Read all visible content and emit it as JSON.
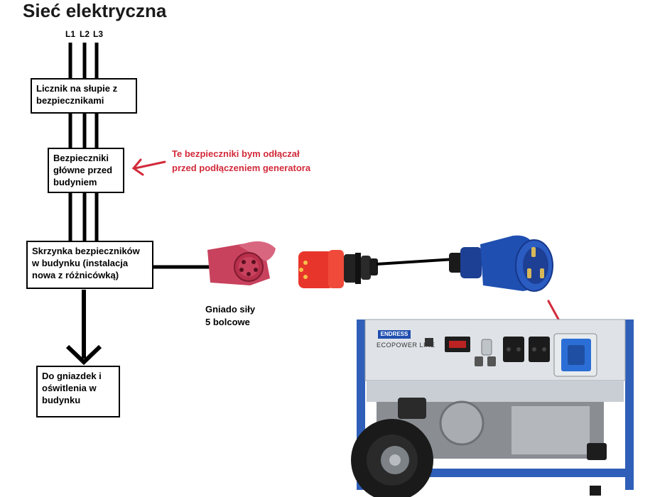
{
  "title": "Sieć elektryczna",
  "phases": [
    "L1",
    "L2",
    "L3"
  ],
  "boxes": {
    "meter": "Licznik na słupie z bezpiecznikami",
    "main_fuses": "Bezpieczniki główne przed budyniem",
    "fuse_box": "Skrzynka bezpieczników w budynku (instalacja nowa z różnicówką)",
    "outlets": "Do gniazdek i oświtlenia w budynku"
  },
  "annotation": {
    "line1": "Te bezpieczniki bym odłączał",
    "line2": "przed podłączeniem generatora"
  },
  "socket_caption": {
    "line1": "Gniado siły",
    "line2": "5 bolcowe"
  },
  "generator": {
    "brand": "ENDRESS",
    "model": "ECOPOWER LINE"
  },
  "colors": {
    "annotation": "#d22a3a",
    "cee_red": "#e8352b",
    "cee_blue": "#1f4fb0",
    "socket_pink": "#c8425e"
  }
}
